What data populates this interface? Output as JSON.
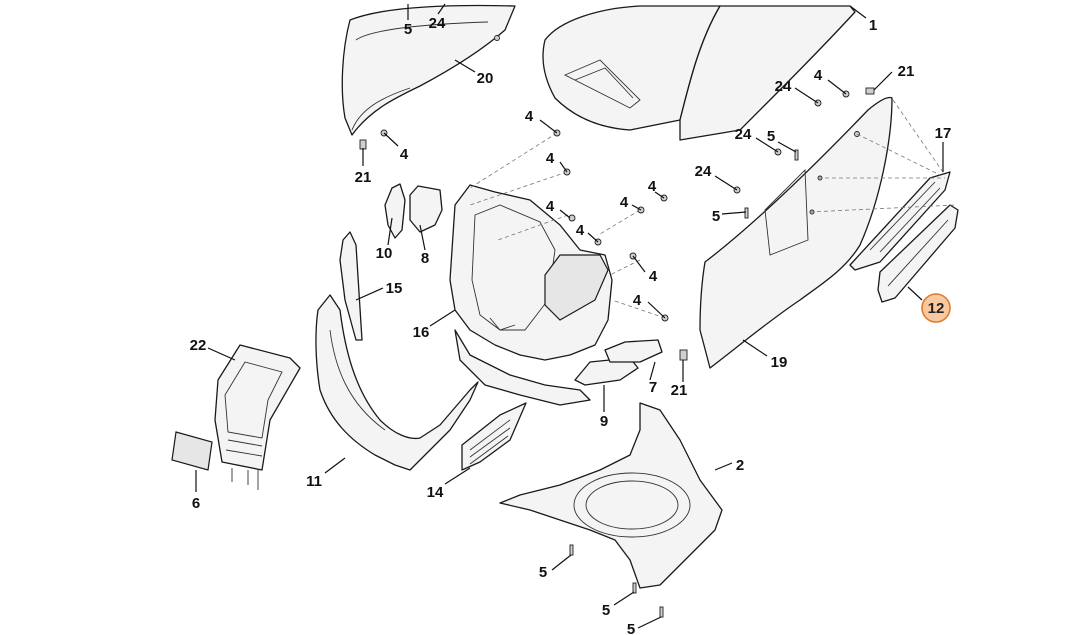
{
  "diagram": {
    "callouts": [
      {
        "id": "c1",
        "text": "1"
      },
      {
        "id": "c2",
        "text": "2"
      },
      {
        "id": "c4a",
        "text": "4"
      },
      {
        "id": "c4b",
        "text": "4"
      },
      {
        "id": "c4c",
        "text": "4"
      },
      {
        "id": "c4d",
        "text": "4"
      },
      {
        "id": "c4e",
        "text": "4"
      },
      {
        "id": "c4f",
        "text": "4"
      },
      {
        "id": "c4g",
        "text": "4"
      },
      {
        "id": "c4h",
        "text": "4"
      },
      {
        "id": "c4i",
        "text": "4"
      },
      {
        "id": "c4j",
        "text": "4"
      },
      {
        "id": "c5a",
        "text": "5"
      },
      {
        "id": "c5b",
        "text": "5"
      },
      {
        "id": "c5c",
        "text": "5"
      },
      {
        "id": "c5d",
        "text": "5"
      },
      {
        "id": "c5e",
        "text": "5"
      },
      {
        "id": "c5f",
        "text": "5"
      },
      {
        "id": "c6",
        "text": "6"
      },
      {
        "id": "c7",
        "text": "7"
      },
      {
        "id": "c8",
        "text": "8"
      },
      {
        "id": "c9",
        "text": "9"
      },
      {
        "id": "c10",
        "text": "10"
      },
      {
        "id": "c11",
        "text": "11"
      },
      {
        "id": "c14",
        "text": "14"
      },
      {
        "id": "c15",
        "text": "15"
      },
      {
        "id": "c16",
        "text": "16"
      },
      {
        "id": "c17",
        "text": "17"
      },
      {
        "id": "c19",
        "text": "19"
      },
      {
        "id": "c20",
        "text": "20"
      },
      {
        "id": "c21a",
        "text": "21"
      },
      {
        "id": "c21b",
        "text": "21"
      },
      {
        "id": "c21c",
        "text": "21"
      },
      {
        "id": "c22",
        "text": "22"
      },
      {
        "id": "c24a",
        "text": "24"
      },
      {
        "id": "c24b",
        "text": "24"
      },
      {
        "id": "c24c",
        "text": "24"
      },
      {
        "id": "c24d",
        "text": "24"
      }
    ],
    "highlighted": {
      "text": "12",
      "fill": "#f8c9a0",
      "stroke": "#e07b2e"
    }
  }
}
